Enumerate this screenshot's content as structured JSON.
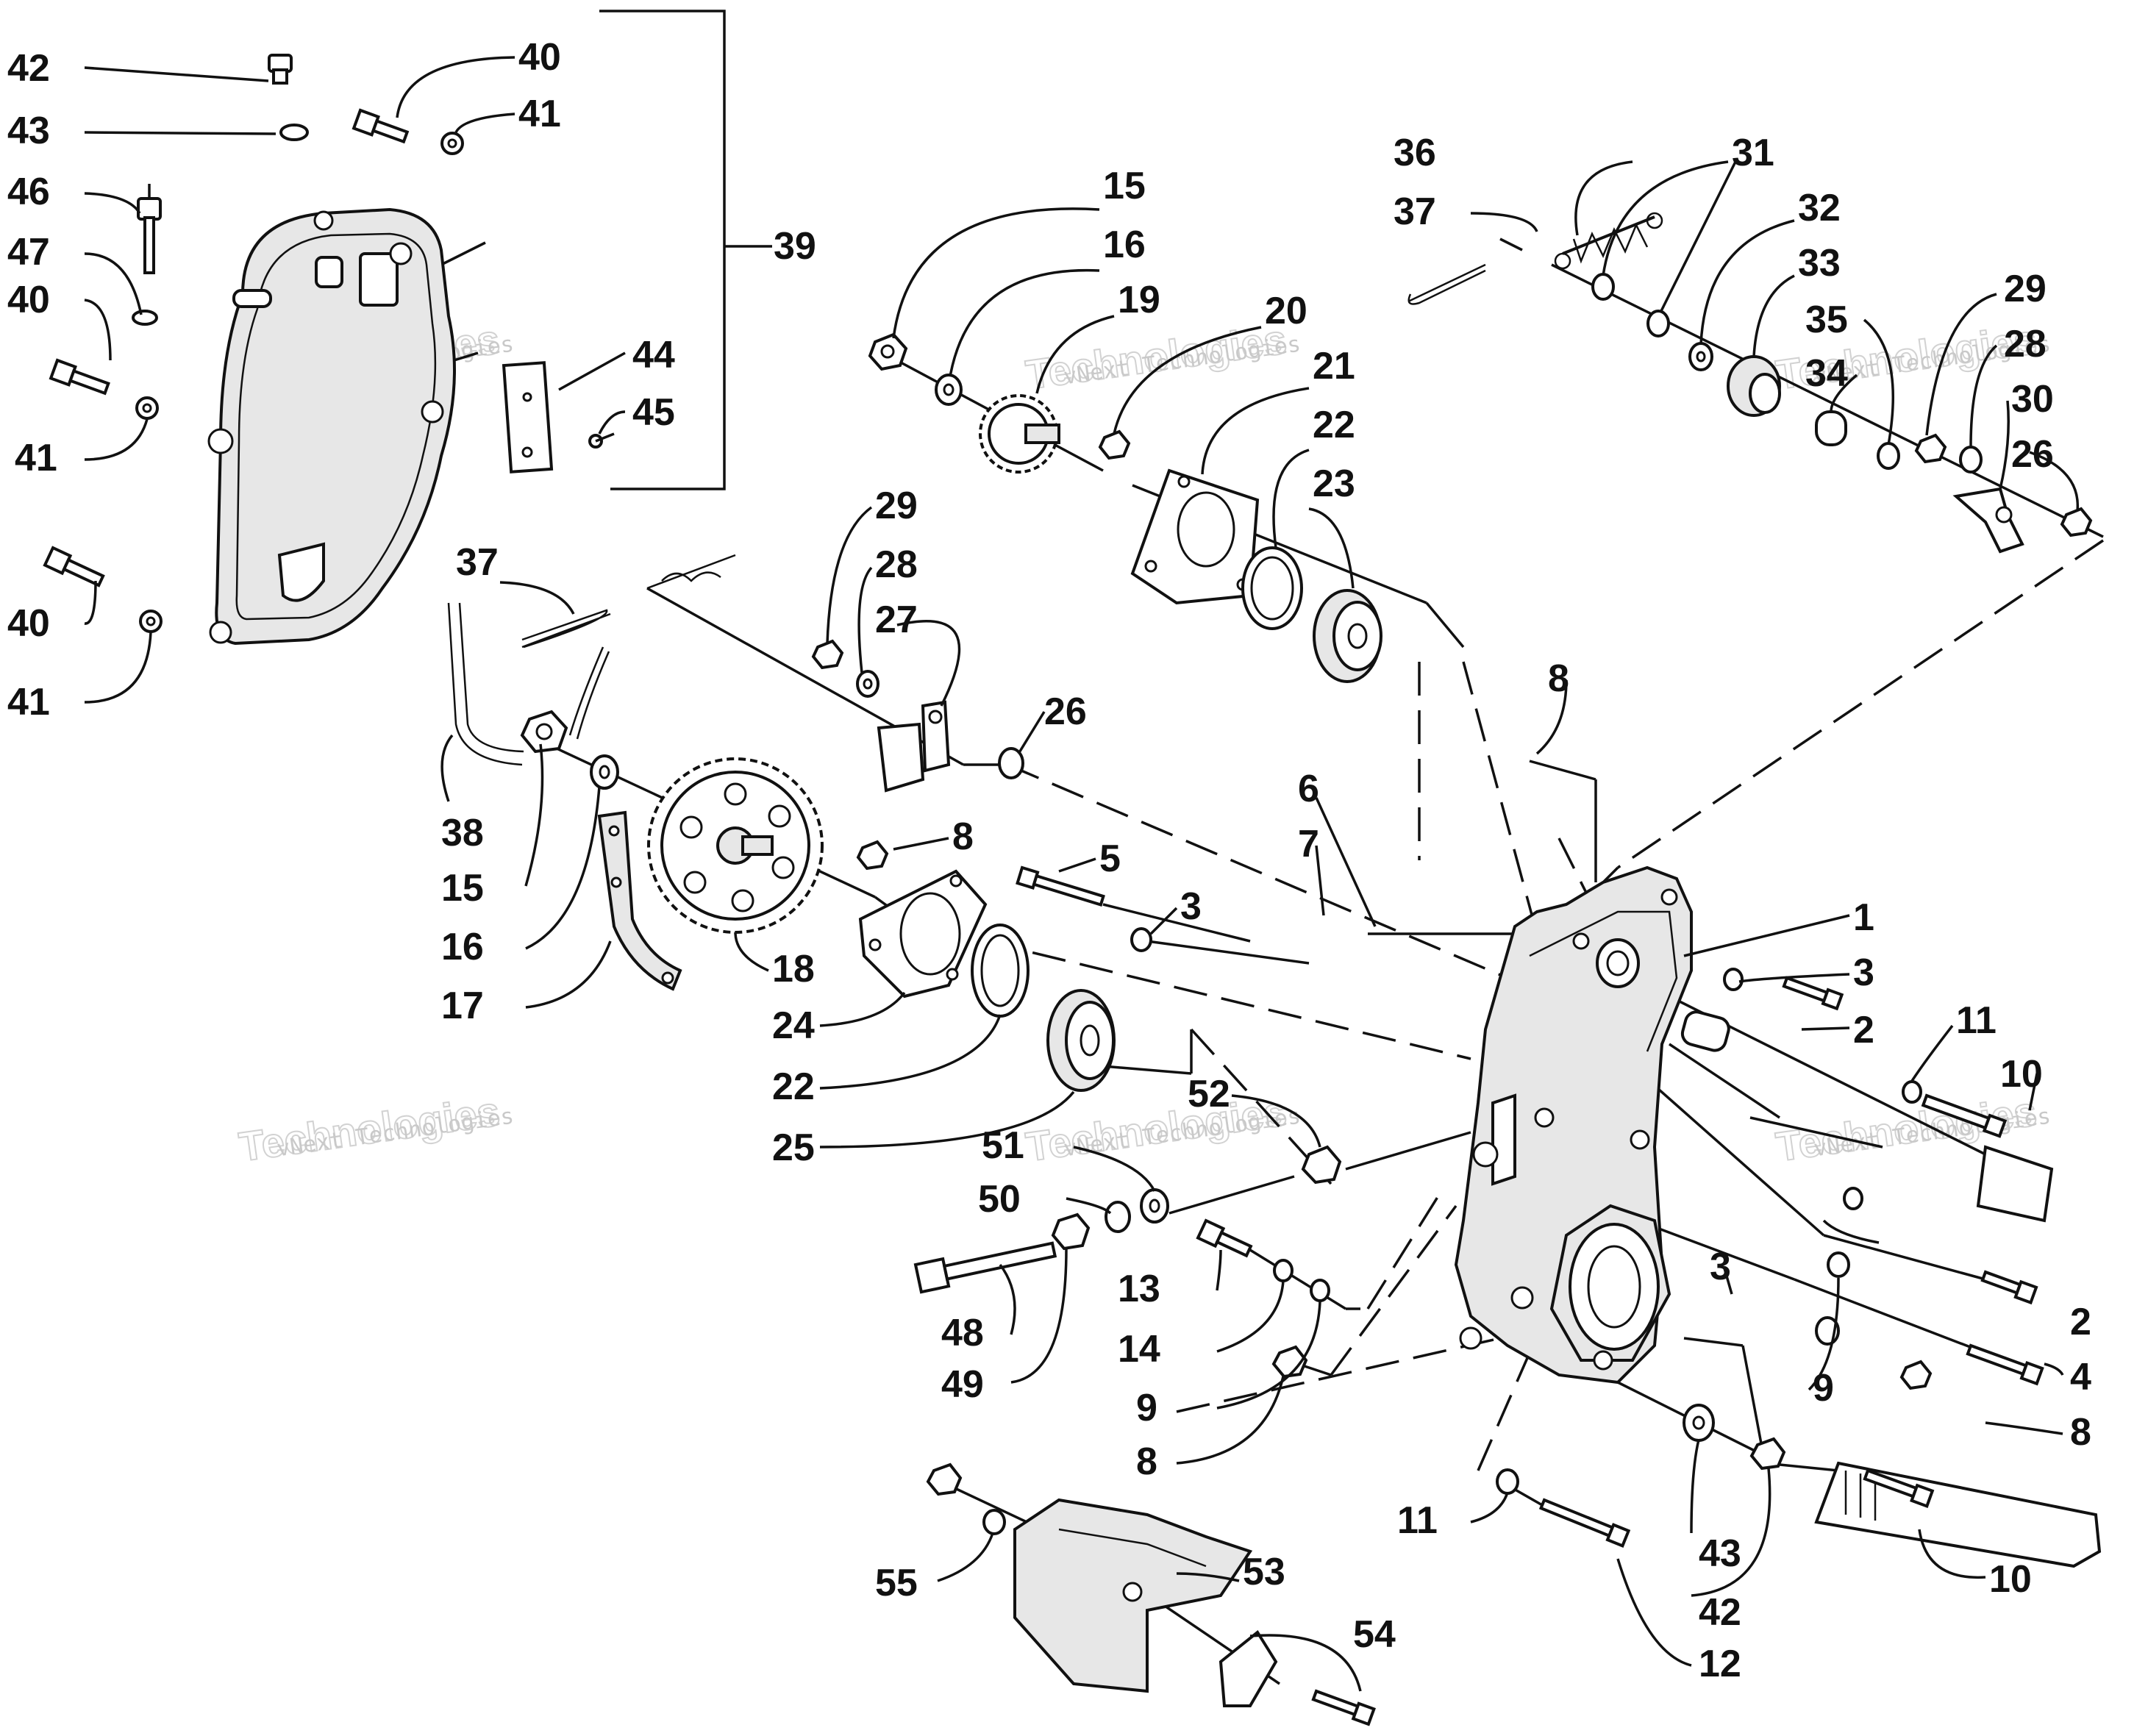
{
  "watermark": {
    "company": "vNext Technologies",
    "outline": "Technologies"
  },
  "callouts": [
    "42",
    "43",
    "46",
    "47",
    "40",
    "41",
    "40",
    "41",
    "40",
    "41",
    "39",
    "44",
    "45",
    "37",
    "38",
    "15",
    "16",
    "17",
    "18",
    "24",
    "22",
    "25",
    "29",
    "28",
    "27",
    "26",
    "8",
    "5",
    "3",
    "15",
    "16",
    "19",
    "20",
    "21",
    "22",
    "23",
    "36",
    "37",
    "31",
    "32",
    "33",
    "35",
    "34",
    "29",
    "28",
    "30",
    "26",
    "8",
    "6",
    "7",
    "1",
    "3",
    "2",
    "11",
    "10",
    "52",
    "51",
    "50",
    "48",
    "49",
    "13",
    "14",
    "9",
    "8",
    "3",
    "2",
    "9",
    "4",
    "8",
    "8",
    "55",
    "53",
    "54",
    "11",
    "12",
    "43",
    "42",
    "10"
  ]
}
